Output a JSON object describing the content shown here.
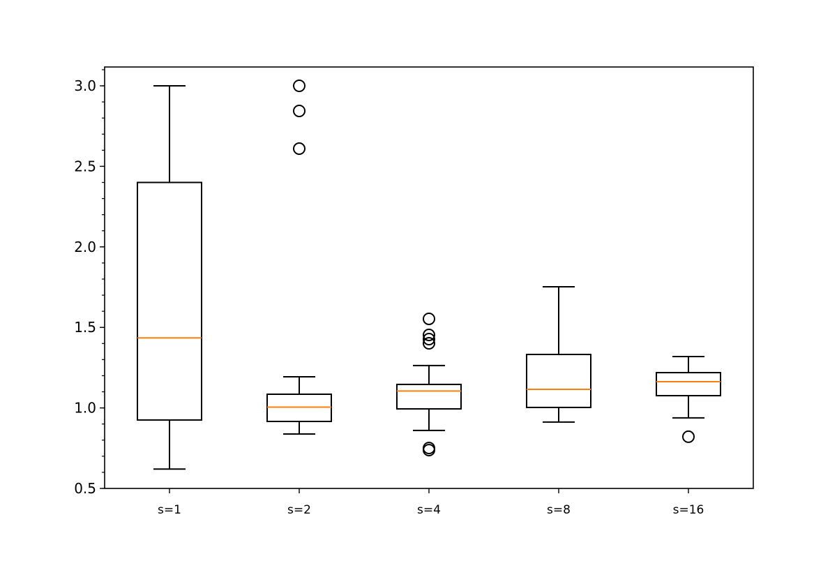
{
  "chart_data": {
    "type": "box",
    "title": "",
    "xlabel": "",
    "ylabel": "",
    "ylim": [
      0.5,
      3.117
    ],
    "yticks": [
      "0.5",
      "1.0",
      "1.5",
      "2.0",
      "2.5",
      "3.0"
    ],
    "ytick_values": [
      0.5,
      1.0,
      1.5,
      2.0,
      2.5,
      3.0
    ],
    "yminor_step": 0.1,
    "grid": false,
    "colors": {
      "box": "#000000",
      "median": "#ff7f0e"
    },
    "categories": [
      "s=1",
      "s=2",
      "s=4",
      "s=8",
      "s=16"
    ],
    "boxes": [
      {
        "label": "s=1",
        "whislo": 0.62,
        "q1": 0.925,
        "med": 1.435,
        "q3": 2.4,
        "whishi": 3.0,
        "fliers": []
      },
      {
        "label": "s=2",
        "whislo": 0.838,
        "q1": 0.916,
        "med": 1.005,
        "q3": 1.085,
        "whishi": 1.193,
        "fliers": [
          3.0,
          2.844,
          2.61
        ]
      },
      {
        "label": "s=4",
        "whislo": 0.86,
        "q1": 0.994,
        "med": 1.105,
        "q3": 1.146,
        "whishi": 1.263,
        "fliers": [
          1.553,
          1.453,
          1.427,
          1.401,
          0.751,
          0.738
        ]
      },
      {
        "label": "s=8",
        "whislo": 0.912,
        "q1": 1.003,
        "med": 1.115,
        "q3": 1.332,
        "whishi": 1.752,
        "fliers": []
      },
      {
        "label": "s=16",
        "whislo": 0.938,
        "q1": 1.076,
        "med": 1.163,
        "q3": 1.219,
        "whishi": 1.319,
        "fliers": [
          0.821
        ]
      }
    ]
  }
}
